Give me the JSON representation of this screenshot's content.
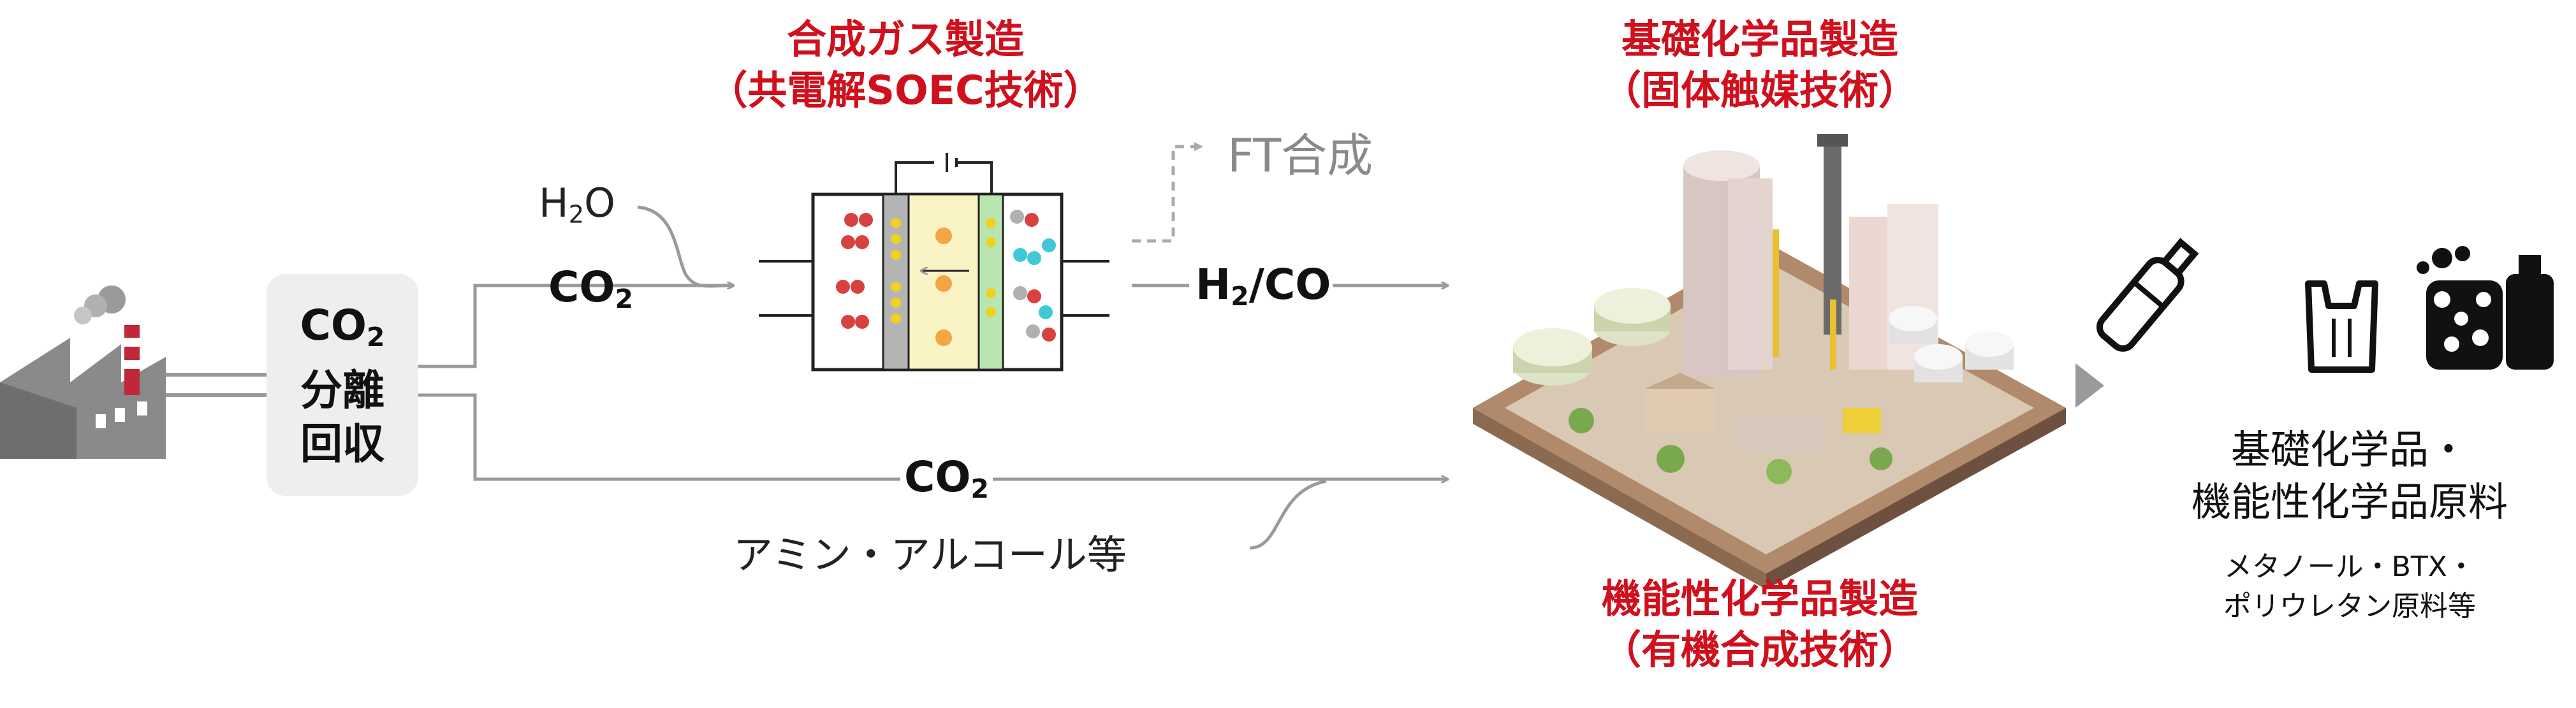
{
  "separation": {
    "line1": "CO",
    "line1_sub": "2",
    "line2": "分離",
    "line3": "回収"
  },
  "soec": {
    "title_line1": "合成ガス製造",
    "title_line2": "（共電解SOEC技術）"
  },
  "inputs": {
    "h2o_prefix": "H",
    "h2o_sub": "2",
    "h2o_suffix": "O",
    "co2": "CO",
    "co2_sub": "2"
  },
  "ft_label": "FT合成",
  "syngas": {
    "prefix": "H",
    "sub": "2",
    "suffix": "/CO"
  },
  "bypass": {
    "co2": "CO",
    "co2_sub": "2",
    "absorbent": "アミン・アルコール等"
  },
  "basic_chem": {
    "line1": "基礎化学品製造",
    "line2": "（固体触媒技術）"
  },
  "functional_chem": {
    "line1": "機能性化学品製造",
    "line2": "（有機合成技術）"
  },
  "output": {
    "line1": "基礎化学品・",
    "line2": "機能性化学品原料",
    "small1": "メタノール・BTX・",
    "small2": "ポリウレタン原料等"
  },
  "colors": {
    "accent_red": "#d0101c",
    "arrow_gray": "#9a9a9a",
    "box_gray": "#eeeeee"
  }
}
